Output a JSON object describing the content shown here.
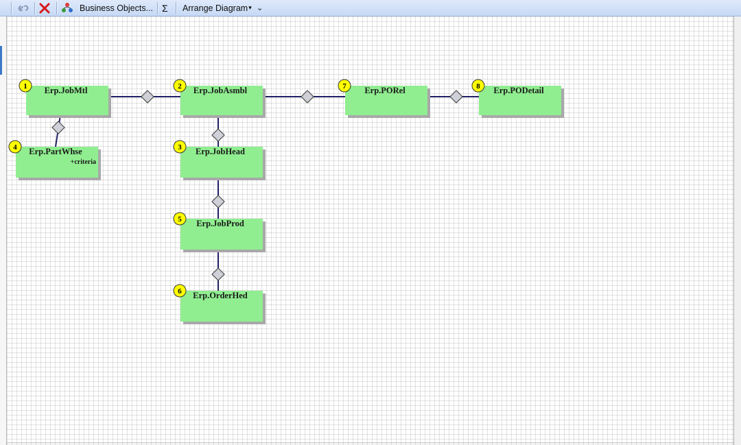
{
  "toolbar": {
    "business_objects_label": "Business Objects...",
    "sigma_label": "Σ",
    "arrange_label": "Arrange Diagram",
    "arrange_caret": "▾",
    "overflow_caret": "⌄",
    "icons": [
      "link-icon",
      "delete-icon",
      "business-objects-icon",
      "sigma-icon"
    ]
  },
  "diagram": {
    "node_color": "#90ee90",
    "badge_color": "#ffff00",
    "link_color": "#1f1f66",
    "nodes": [
      {
        "num": "1",
        "name": "Erp.JobMtl"
      },
      {
        "num": "2",
        "name": "Erp.JobAsmbl"
      },
      {
        "num": "7",
        "name": "Erp.PORel"
      },
      {
        "num": "8",
        "name": "Erp.PODetail"
      },
      {
        "num": "4",
        "name": "Erp.PartWhse",
        "sub": "+criteria"
      },
      {
        "num": "3",
        "name": "Erp.JobHead"
      },
      {
        "num": "5",
        "name": "Erp.JobProd"
      },
      {
        "num": "6",
        "name": "Erp.OrderHed"
      }
    ]
  }
}
